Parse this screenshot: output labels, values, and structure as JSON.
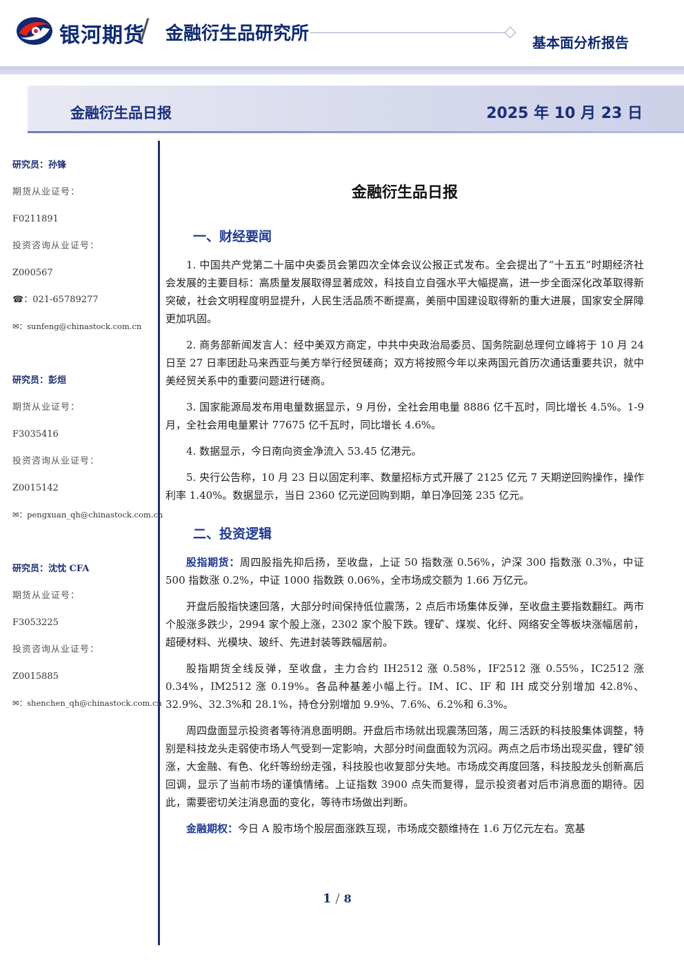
{
  "header": {
    "brand_name": "银河期货",
    "slash": "/",
    "institute": "金融衍生品研究所",
    "report_type": "基本面分析报告",
    "logo": "galaxy-logo-icon",
    "brand_color": "#0f2a72",
    "accent_color": "#e2231a"
  },
  "banner": {
    "title": "金融衍生品日报",
    "date": "2025 年 10 月 23 日"
  },
  "sidebar": {
    "analysts": [
      {
        "name_label": "研究员：孙锋",
        "futures_cert_label": "期货从业证号：",
        "futures_cert": "F0211891",
        "invest_cert_label": "投资咨询从业证号：",
        "invest_cert": "Z000567",
        "phone_icon": "☎：",
        "phone": "021-65789277",
        "email_icon": "✉：",
        "email": "sunfeng@chinastock.com.cn"
      },
      {
        "name_label": "研究员：彭烜",
        "futures_cert_label": "期货从业证号：",
        "futures_cert": "F3035416",
        "invest_cert_label": "投资咨询从业证号：",
        "invest_cert": "Z0015142",
        "email_icon": "✉：",
        "email": "pengxuan_qh@chinastock.com.cn"
      },
      {
        "name_label": "研究员：沈忱  CFA",
        "futures_cert_label": "期货从业证号：",
        "futures_cert": "F3053225",
        "invest_cert_label": "投资咨询从业证号：",
        "invest_cert": "Z0015885",
        "email_icon": "✉：",
        "email": "shenchen_qh@chinastock.com.cn"
      }
    ]
  },
  "main": {
    "doc_title": "金融衍生品日报",
    "section1_title": "一、财经要闻",
    "news": [
      "1. 中国共产党第二十届中央委员会第四次全体会议公报正式发布。全会提出了“十五五”时期经济社会发展的主要目标：高质量发展取得显著成效，科技自立自强水平大幅提高，进一步全面深化改革取得新突破，社会文明程度明显提升，人民生活品质不断提高，美丽中国建设取得新的重大进展，国家安全屏障更加巩固。",
      "2. 商务部新闻发言人：经中美双方商定，中共中央政治局委员、国务院副总理何立峰将于 10 月 24 日至 27 日率团赴马来西亚与美方举行经贸磋商；双方将按照今年以来两国元首历次通话重要共识，就中美经贸关系中的重要问题进行磋商。",
      "3. 国家能源局发布用电量数据显示，9 月份，全社会用电量 8886 亿千瓦时，同比增长 4.5%。1-9 月，全社会用电量累计 77675 亿千瓦时，同比增长 4.6%。",
      "4. 数据显示，今日南向资金净流入 53.45 亿港元。",
      "5. 央行公告称，10 月 23 日以固定利率、数量招标方式开展了 2125 亿元 7 天期逆回购操作，操作利率 1.40%。数据显示，当日 2360 亿元逆回购到期，单日净回笼 235 亿元。"
    ],
    "section2_title": "二、投资逻辑",
    "index_futures_lead": "股指期货：",
    "index_futures_p1": "周四股指先抑后扬，至收盘，上证 50 指数涨 0.56%，沪深 300 指数涨 0.3%，中证 500 指数涨 0.2%，中证 1000 指数跌 0.06%，全市场成交额为 1.66 万亿元。",
    "p2": "开盘后股指快速回落，大部分时间保持低位震荡，2 点后市场集体反弹，至收盘主要指数翻红。两市个股涨多跌少，2994 家个股上涨，2302 家个股下跌。锂矿、煤炭、化纤、网络安全等板块涨幅居前，超硬材料、光模块、玻纤、先进封装等跌幅居前。",
    "p3": "股指期货全线反弹，至收盘，主力合约 IH2512 涨 0.58%，IF2512 涨 0.55%，IC2512 涨 0.34%，IM2512 涨 0.19%。各品种基差小幅上行。IM、IC、IF 和 IH 成交分别增加 42.8%、32.9%、32.3%和 28.1%，持仓分别增加 9.9%、7.6%、6.2%和 6.3%。",
    "p4": "周四盘面显示投资者等待消息面明朗。开盘后市场就出现震荡回落，周三活跃的科技股集体调整，特别是科技龙头走弱使市场人气受到一定影响，大部分时间盘面较为沉闷。两点之后市场出现买盘，锂矿领涨，大金融、有色、化纤等纷纷走强，科技股也收复部分失地。市场成交再度回落，科技股龙头创新高后回调，显示了当前市场的谨慎情绪。上证指数 3900 点失而复得，显示投资者对后市消息面的期待。因此，需要密切关注消息面的变化，等待市场做出判断。",
    "options_lead": "金融期权：",
    "options_p1": "今日 A 股市场个股层面涨跌互现，市场成交额维持在 1.6 万亿元左右。宽基"
  },
  "footer": {
    "page": "1",
    "sep": "/",
    "total": "8"
  }
}
